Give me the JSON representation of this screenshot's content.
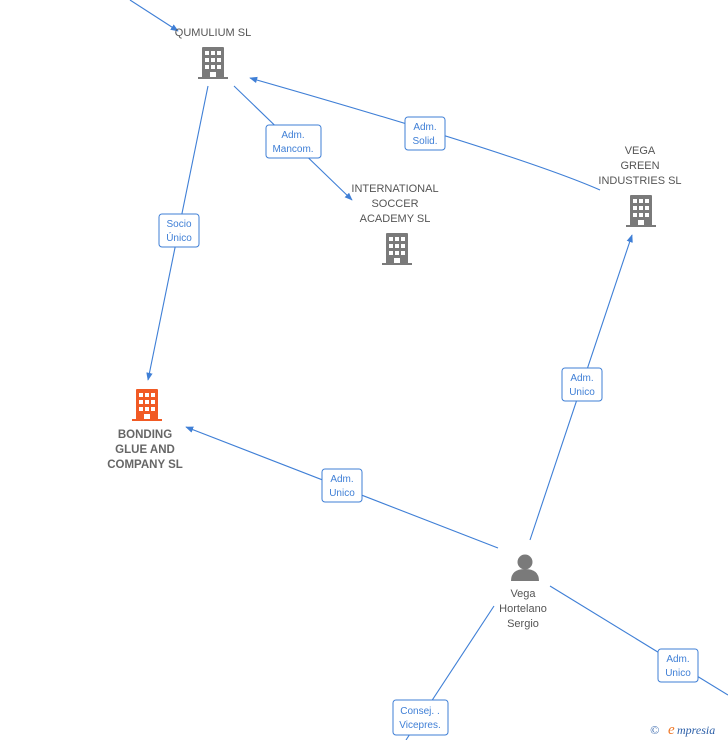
{
  "nodes": {
    "qumulium": {
      "label_lines": [
        "QUMULIUM SL"
      ],
      "kind": "company",
      "color": "#7a7a7a"
    },
    "international": {
      "label_lines": [
        "INTERNATIONAL",
        "SOCCER",
        "ACADEMY  SL"
      ],
      "kind": "company",
      "color": "#7a7a7a"
    },
    "vega_green": {
      "label_lines": [
        "VEGA",
        "GREEN",
        "INDUSTRIES SL"
      ],
      "kind": "company",
      "color": "#7a7a7a"
    },
    "bonding": {
      "label_lines": [
        "BONDING",
        "GLUE AND",
        "COMPANY  SL"
      ],
      "kind": "company",
      "color": "#f15a24",
      "highlight": true
    },
    "vega_person": {
      "label_lines": [
        "Vega",
        "Hortelano",
        "Sergio"
      ],
      "kind": "person",
      "color": "#7a7a7a"
    }
  },
  "edges": [
    {
      "id": "incoming-qumulium",
      "label_lines": []
    },
    {
      "id": "qumulium-bonding",
      "label_lines": [
        "Socio",
        "Único"
      ]
    },
    {
      "id": "qumulium-international",
      "label_lines": [
        "Adm.",
        "Mancom."
      ]
    },
    {
      "id": "vega_green-qumulium",
      "label_lines": [
        "Adm.",
        "Solid."
      ]
    },
    {
      "id": "person-vega_green",
      "label_lines": [
        "Adm.",
        "Unico"
      ]
    },
    {
      "id": "person-bonding",
      "label_lines": [
        "Adm.",
        "Unico"
      ]
    },
    {
      "id": "person-right",
      "label_lines": [
        "Adm.",
        "Unico"
      ]
    },
    {
      "id": "person-bottom",
      "label_lines": [
        "Consej. .",
        "Vicepres."
      ]
    }
  ],
  "watermark": {
    "symbol": "©",
    "brand_initial": "e",
    "brand_rest": "mpresia"
  },
  "colors": {
    "edge": "#3f7fd6",
    "node": "#7a7a7a",
    "highlight": "#f15a24"
  }
}
